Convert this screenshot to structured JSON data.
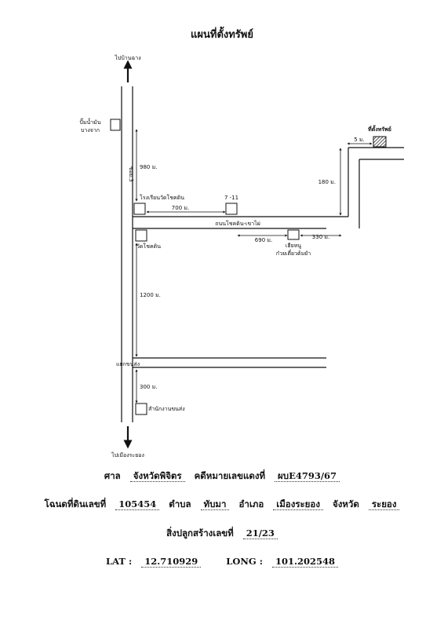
{
  "title": "แผนที่ตั้งทรัพย์",
  "map": {
    "north_label": "ไปบ้านฉาง",
    "south_label": "ไปเมืองระยอง",
    "road_name_side": "ซอย.3",
    "road_name_main": "ถนนโชคดิน-เขาไผ่",
    "landmarks": {
      "gas_station_line1": "ปั๊มน้ำมัน",
      "gas_station_line2": "บางจาก",
      "school": "โรงเรียนวัดโชคดิน",
      "seven_eleven": "7 -11",
      "temple": "วัดโชคดิน",
      "noodle_shop_line1": "เฮียหนู",
      "noodle_shop_line2": "ก๋วยเตี๋ยวต้มยำ",
      "intersection": "แยกขนส่ง",
      "transport_office": "สำนักงานขนส่ง",
      "property": "ที่ตั้งทรัพย์"
    },
    "distances": {
      "d980": "980 ม.",
      "d700": "700 ม.",
      "d690": "690 ม.",
      "d330": "330 ม.",
      "d180": "180 ม.",
      "d5": "5 ม.",
      "d1200": "1200 ม.",
      "d300": "300 ม."
    }
  },
  "footer": {
    "court_label": "ศาล",
    "court_value": "จังหวัดพิจิตร",
    "case_label": "คดีหมายเลขแดงที่",
    "case_value": "ผบE4793/67",
    "deed_label": "โฉนดที่ดินเลขที่",
    "deed_value": "105454",
    "subdistrict_label": "ตำบล",
    "subdistrict_value": "ทับมา",
    "district_label": "อำเภอ",
    "district_value": "เมืองระยอง",
    "province_label": "จังหวัด",
    "province_value": "ระยอง",
    "building_label": "สิ่งปลูกสร้างเลขที่",
    "building_value": "21/23",
    "lat_label": "LAT :",
    "lat_value": "12.710929",
    "long_label": "LONG :",
    "long_value": "101.202548"
  }
}
